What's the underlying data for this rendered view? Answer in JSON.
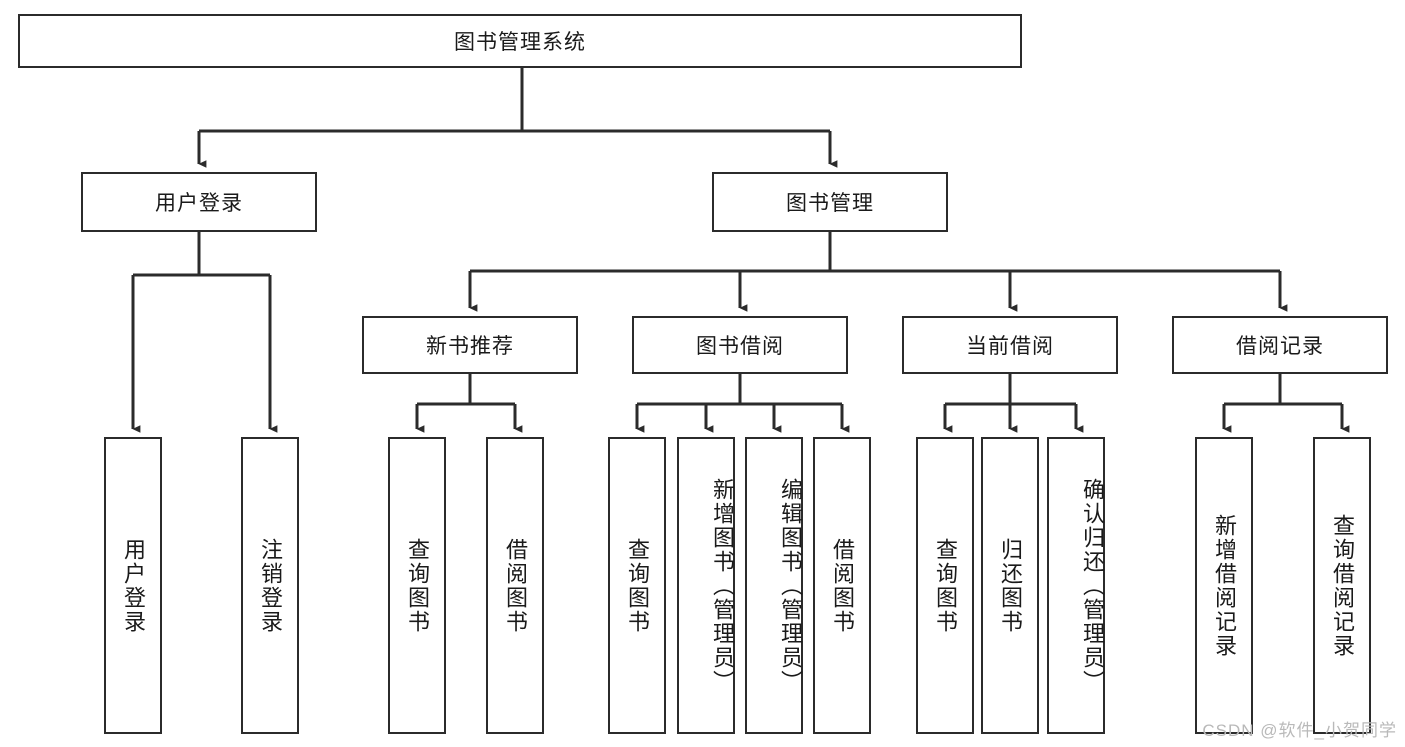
{
  "diagram": {
    "type": "tree",
    "title": "图书管理系统",
    "orientation": "top-down",
    "style": {
      "box_fill": "#ffffff",
      "box_stroke": "#2b2b2b",
      "connector_stroke": "#2b2b2b",
      "text_color": "#1a1a1a",
      "background": "#ffffff"
    },
    "root": {
      "id": "root",
      "label": "图书管理系统"
    },
    "level1": [
      {
        "id": "user-login",
        "label": "用户登录"
      },
      {
        "id": "book-manage",
        "label": "图书管理"
      }
    ],
    "level2": [
      {
        "id": "new-book-recommend",
        "label": "新书推荐",
        "parent": "book-manage"
      },
      {
        "id": "book-borrow",
        "label": "图书借阅",
        "parent": "book-manage"
      },
      {
        "id": "current-borrow",
        "label": "当前借阅",
        "parent": "book-manage"
      },
      {
        "id": "borrow-record",
        "label": "借阅记录",
        "parent": "book-manage"
      }
    ],
    "leaves": [
      {
        "id": "leaf-user-login",
        "label": "用户登录",
        "parent": "user-login"
      },
      {
        "id": "leaf-logout",
        "label": "注销登录",
        "parent": "user-login"
      },
      {
        "id": "leaf-query-book-1",
        "label": "查询图书",
        "parent": "new-book-recommend"
      },
      {
        "id": "leaf-borrow-book-1",
        "label": "借阅图书",
        "parent": "new-book-recommend"
      },
      {
        "id": "leaf-query-book-2",
        "label": "查询图书",
        "parent": "book-borrow"
      },
      {
        "id": "leaf-add-book",
        "label": "新增图书（管理员）",
        "parent": "book-borrow"
      },
      {
        "id": "leaf-edit-book",
        "label": "编辑图书（管理员）",
        "parent": "book-borrow"
      },
      {
        "id": "leaf-borrow-book-2",
        "label": "借阅图书",
        "parent": "book-borrow"
      },
      {
        "id": "leaf-query-book-3",
        "label": "查询图书",
        "parent": "current-borrow"
      },
      {
        "id": "leaf-return-book",
        "label": "归还图书",
        "parent": "current-borrow"
      },
      {
        "id": "leaf-confirm-return",
        "label": "确认归还（管理员）",
        "parent": "current-borrow"
      },
      {
        "id": "leaf-add-record",
        "label": "新增借阅记录",
        "parent": "borrow-record"
      },
      {
        "id": "leaf-query-record",
        "label": "查询借阅记录",
        "parent": "borrow-record"
      }
    ]
  },
  "watermark": {
    "text": "CSDN @软件_小贺同学"
  }
}
